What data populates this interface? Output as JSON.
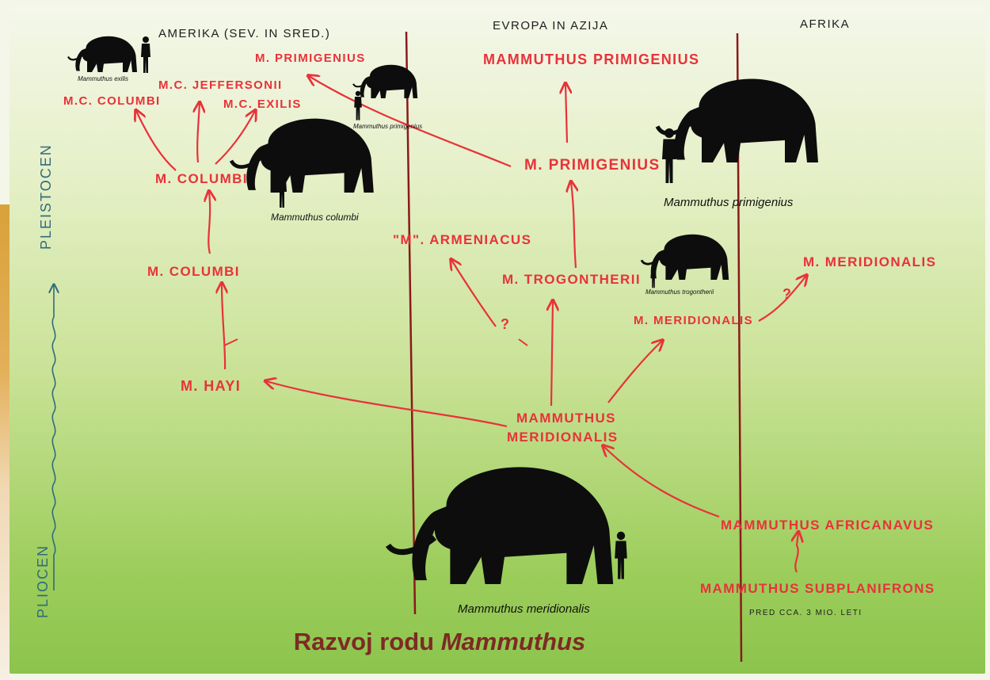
{
  "title": {
    "prefix": "Razvoj rodu ",
    "genus": "Mammuthus"
  },
  "regions": {
    "america": "AMERIKA (SEV. IN SRED.)",
    "eurasia": "EVROPA IN AZIJA",
    "africa": "AFRIKA"
  },
  "epochs": {
    "pleistocene": "PLEISTOCEN",
    "pliocene": "PLIOCEN"
  },
  "taxa": {
    "m_subplanifrons": "MAMMUTHUS SUBPLANIFRONS",
    "m_subplanifrons_note": "PRED CCA. 3 MIO. LETI",
    "m_africanavus": "MAMMUTHUS AFRICANAVUS",
    "m_meridionalis_root_1": "MAMMUTHUS",
    "m_meridionalis_root_2": "MERIDIONALIS",
    "m_hayi": "M. HAYI",
    "m_columbi_lower": "M. COLUMBI",
    "m_columbi_upper": "M. COLUMBI",
    "m_c_columbi": "M.C. COLUMBI",
    "m_c_jeffersonii": "M.C. JEFFERSONII",
    "m_c_exilis": "M.C. EXILIS",
    "m_primigenius_america": "M. PRIMIGENIUS",
    "m_armeniacus": "\"M\". ARMENIACUS",
    "m_trogontherii": "M. TROGONTHERII",
    "m_primigenius_eurasia": "M. PRIMIGENIUS",
    "mammuthus_primigenius": "MAMMUTHUS PRIMIGENIUS",
    "m_meridionalis_eurasia": "M. MERIDIONALIS",
    "m_meridionalis_africa": "M. MERIDIONALIS",
    "question": "?"
  },
  "silhouette_captions": {
    "exilis": "Mammuthus exilis",
    "primigenius_small": "Mammuthus primigenius",
    "columbi": "Mammuthus columbi",
    "primigenius_large": "Mammuthus primigenius",
    "trogontherii": "Mammuthus trogontherii",
    "meridionalis": "Mammuthus meridionalis"
  },
  "colors": {
    "lineage_red": "#e8323a",
    "divider": "#8a1a1a",
    "title": "#7d2a25",
    "silhouette": "#0d0d0d",
    "timeline": "#2f6b7b"
  }
}
